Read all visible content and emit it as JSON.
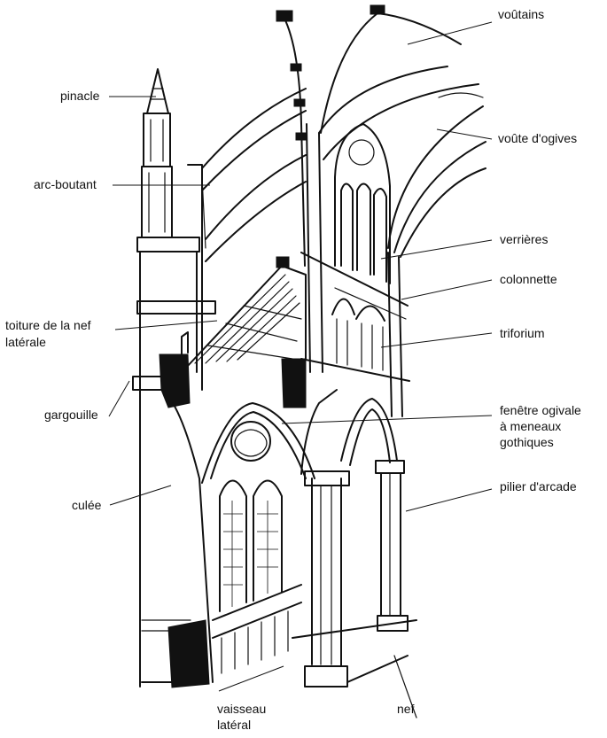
{
  "labels": {
    "voutains": "voûtains",
    "pinacle": "pinacle",
    "voute_ogives": "voûte d'ogives",
    "arc_boutant": "arc-boutant",
    "verrieres": "verrières",
    "colonnette": "colonnette",
    "toiture_line1": "toiture de la nef",
    "toiture_line2": "latérale",
    "triforium": "triforium",
    "gargouille": "gargouille",
    "fenetre_line1": "fenêtre ogivale",
    "fenetre_line2": "à meneaux",
    "fenetre_line3": "gothiques",
    "culee": "culée",
    "pilier": "pilier d'arcade",
    "vaisseau_line1": "vaisseau",
    "vaisseau_line2": "latéral",
    "nef": "nef"
  }
}
